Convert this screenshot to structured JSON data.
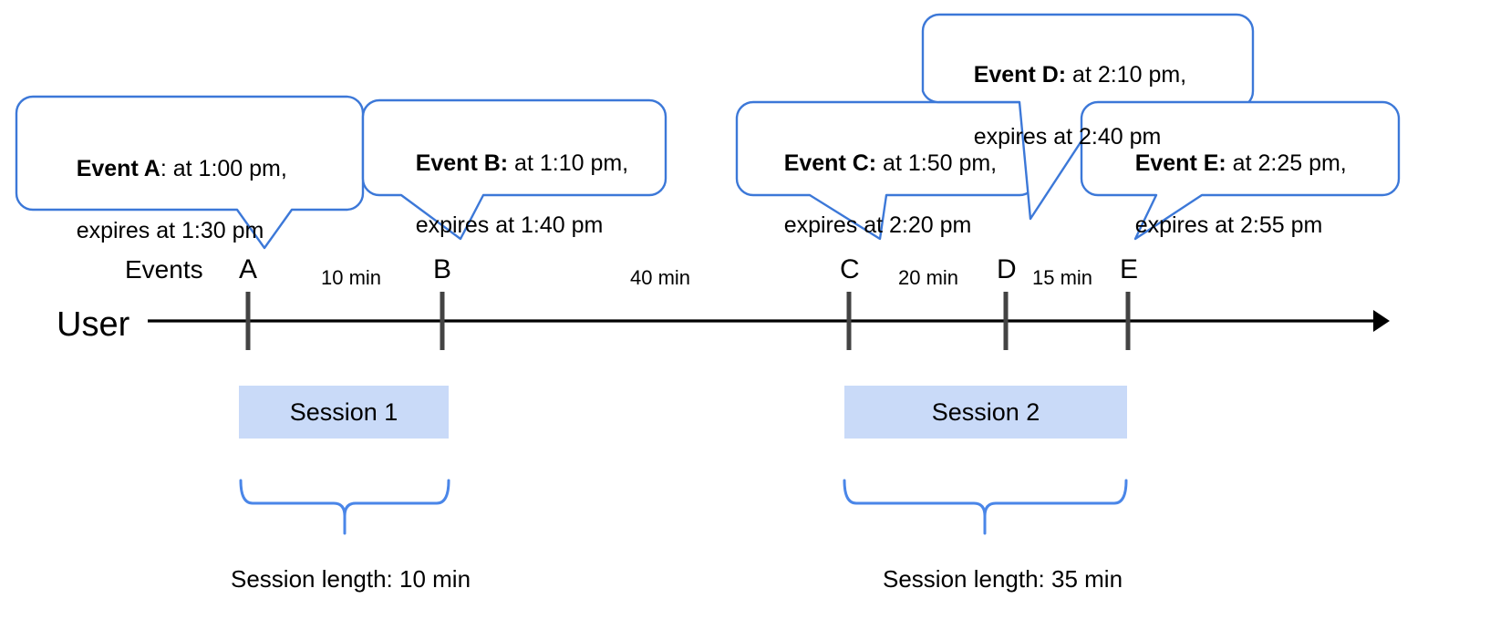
{
  "diagram": {
    "title_hidden": "",
    "colors": {
      "callout_stroke": "#3c78d8",
      "brace_stroke": "#4a86e8",
      "session_fill": "#c9daf8",
      "axis": "#000000",
      "tick": "#434343",
      "text": "#000000"
    },
    "axis": {
      "row_label": "User",
      "events_label": "Events",
      "direction": "left-to-right-arrow"
    },
    "events": [
      {
        "key": "A",
        "marker": "A",
        "bold": "Event A",
        "separator": ": ",
        "rest_line1": "at 1:00 pm,",
        "line2": "expires at 1:30 pm",
        "time": "1:00 pm",
        "expires": "1:30 pm"
      },
      {
        "key": "B",
        "marker": "B",
        "bold": "Event B:",
        "separator": " ",
        "rest_line1": "at 1:10 pm,",
        "line2": "expires at 1:40 pm",
        "time": "1:10 pm",
        "expires": "1:40 pm"
      },
      {
        "key": "C",
        "marker": "C",
        "bold": "Event C:",
        "separator": " ",
        "rest_line1": "at 1:50 pm,",
        "line2": "expires at 2:20 pm",
        "time": "1:50 pm",
        "expires": "2:20 pm"
      },
      {
        "key": "D",
        "marker": "D",
        "bold": "Event D:",
        "separator": " ",
        "rest_line1": "at 2:10 pm,",
        "line2": "expires at 2:40 pm",
        "time": "2:10 pm",
        "expires": "2:40 pm"
      },
      {
        "key": "E",
        "marker": "E",
        "bold": "Event E:",
        "separator": " ",
        "rest_line1": "at 2:25 pm,",
        "line2": "expires at 2:55 pm",
        "time": "2:25 pm",
        "expires": "2:55 pm"
      }
    ],
    "intervals": [
      {
        "from": "A",
        "to": "B",
        "label": "10 min"
      },
      {
        "from": "B",
        "to": "C",
        "label": "40 min"
      },
      {
        "from": "C",
        "to": "D",
        "label": "20 min"
      },
      {
        "from": "D",
        "to": "E",
        "label": "15 min"
      }
    ],
    "sessions": [
      {
        "name": "Session 1",
        "length_label": "Session length: 10 min"
      },
      {
        "name": "Session 2",
        "length_label": "Session length: 35 min"
      }
    ]
  },
  "chart_data": {
    "type": "timeline",
    "title": "Session grouping of user events over time",
    "xlabel": "",
    "ylabel": "User",
    "markers": [
      "A",
      "B",
      "C",
      "D",
      "E"
    ],
    "marker_times": [
      "1:00 pm",
      "1:10 pm",
      "1:50 pm",
      "2:10 pm",
      "2:25 pm"
    ],
    "marker_expiries": [
      "1:30 pm",
      "1:40 pm",
      "2:20 pm",
      "2:40 pm",
      "2:55 pm"
    ],
    "gaps_minutes": [
      10,
      40,
      20,
      15
    ],
    "gap_labels": [
      "10 min",
      "40 min",
      "20 min",
      "15 min"
    ],
    "sessions": [
      {
        "name": "Session 1",
        "members": [
          "A",
          "B"
        ],
        "length_minutes": 10
      },
      {
        "name": "Session 2",
        "members": [
          "C",
          "D",
          "E"
        ],
        "length_minutes": 35
      }
    ],
    "grid": false,
    "legend": "none"
  }
}
